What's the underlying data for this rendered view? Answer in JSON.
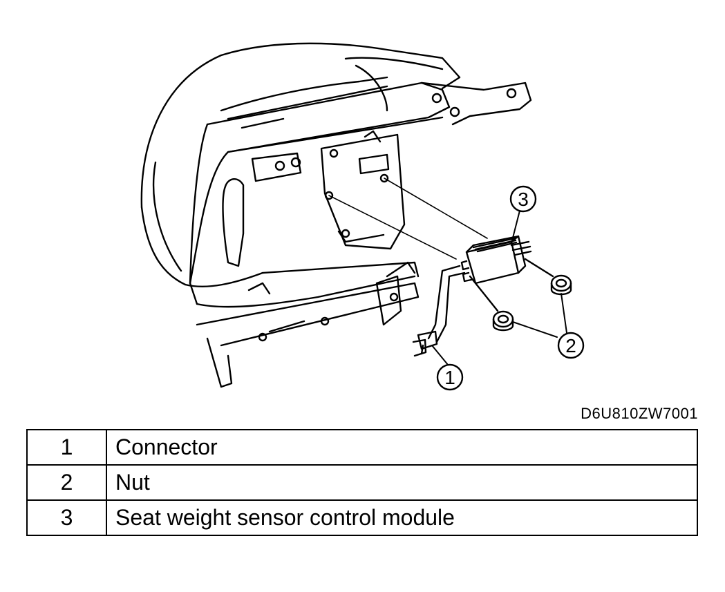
{
  "figure": {
    "code": "D6U810ZW7001",
    "callouts": [
      "1",
      "2",
      "3"
    ]
  },
  "legend": {
    "rows": [
      {
        "number": "1",
        "label": "Connector"
      },
      {
        "number": "2",
        "label": "Nut"
      },
      {
        "number": "3",
        "label": "Seat weight sensor control module"
      }
    ]
  }
}
